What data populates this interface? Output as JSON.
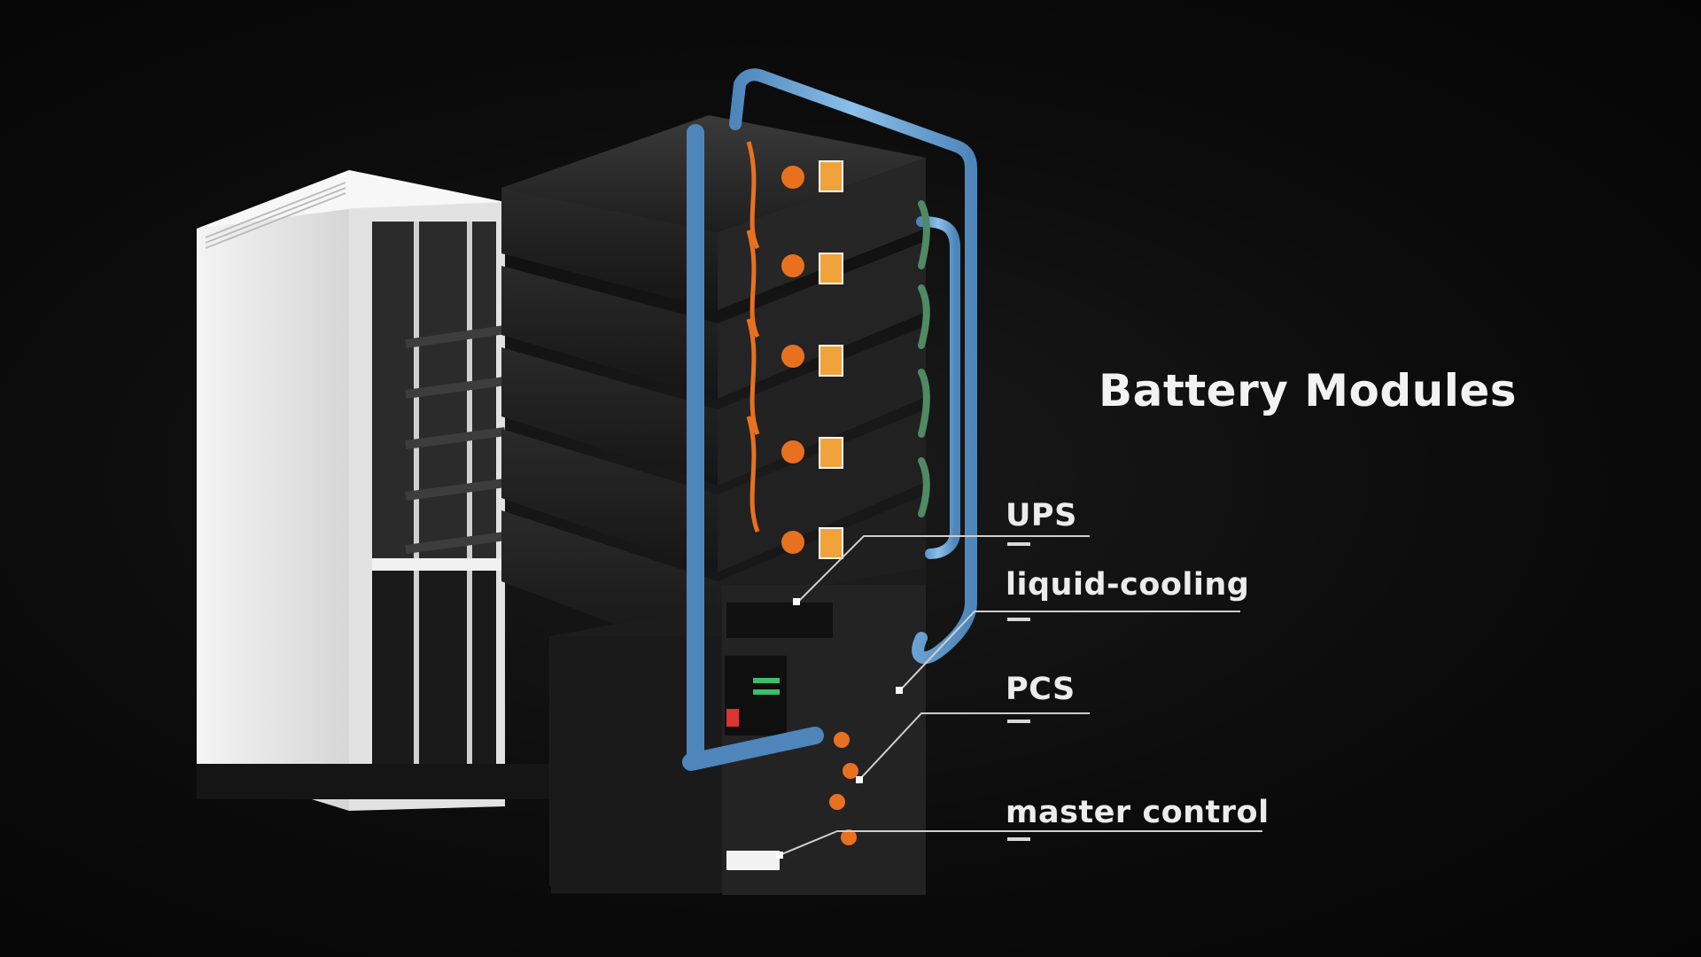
{
  "title": "Battery Modules",
  "callouts": {
    "ups": "UPS",
    "liquid_cooling": "liquid-cooling",
    "pcs": "PCS",
    "master_control": "master control"
  },
  "colors": {
    "background": "#0c0c0c",
    "cabinet": "#e9e9e9",
    "module_body": "#222222",
    "cooling_pipe": "#6fa6d6",
    "connector": "#e8711f",
    "warning_label": "#f0a33a",
    "green_pipe": "#4f8a63"
  }
}
